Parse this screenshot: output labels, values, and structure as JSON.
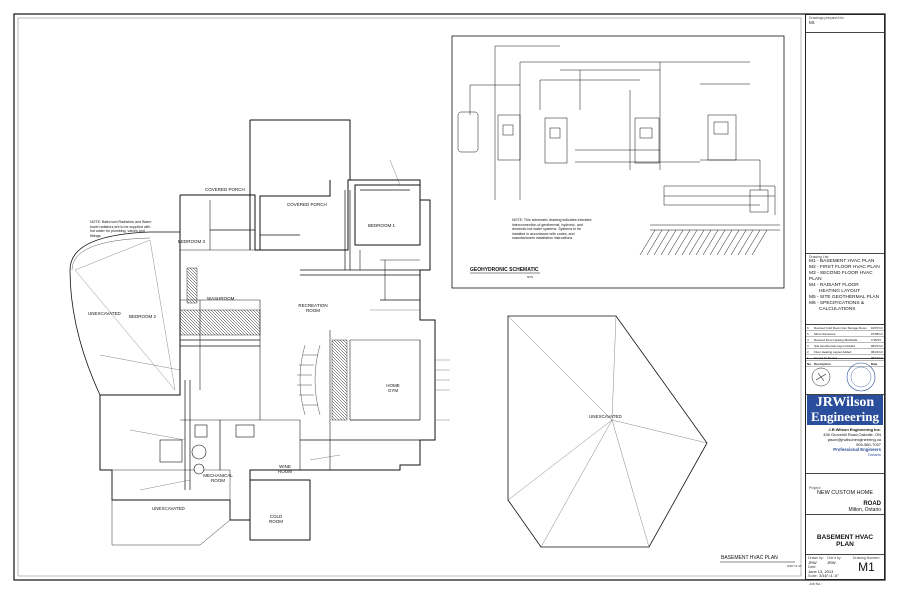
{
  "title_block": {
    "drawings_prepared_label": "Drawings prepared for:",
    "drawings_prepared_value": "Mr.",
    "drawing_list_label": "Drawing List:",
    "drawing_list": [
      "M1 - BASEMENT HVAC PLAN",
      "M2 - FIRST FLOOR HVAC PLAN",
      "M3 - SECOND FLOOR HVAC PLAN",
      "M4 - RADIANT FLOOR",
      "HEATING LAYOUT",
      "M5 - SITE GEOTHERMAL PLAN",
      "M6 - SPECIFICATIONS &",
      "CALCULATIONS"
    ],
    "revisions": [
      {
        "no": "6",
        "desc": "Revised Cold Room Fan Storage Room",
        "date": "10/07/13"
      },
      {
        "no": "5",
        "desc": "Minor Revisions",
        "date": "07/08/13"
      },
      {
        "no": "4",
        "desc": "Revised Floor Heating Manifolds",
        "date": "7/19/13"
      },
      {
        "no": "3",
        "desc": "Site Geothermal Layout Added",
        "date": "06/27/13"
      },
      {
        "no": "2",
        "desc": "Floor Heating Layout Added",
        "date": "06/21/13"
      },
      {
        "no": "1",
        "desc": "Issued for Permit",
        "date": "06/13/13"
      }
    ],
    "rev_header": {
      "no": "No.",
      "desc": "Description",
      "date": "Date"
    },
    "company_line1": "JRWilson",
    "company_line2": "Engineering",
    "company_name": "J.R.Wilson Engineering Inc.",
    "company_address": "436 Grovehill Road,Oakville, ON",
    "company_email": "jason@jrwilsonengineering.ca",
    "company_phone": "905-580-7037",
    "pe_label": "Professional Engineers",
    "pe_sub": "Ontario",
    "project_label": "Project:",
    "project_name": "NEW CUSTOM HOME",
    "address_road": "ROAD",
    "address_city": "Milton, Ontario",
    "sheet_title_line1": "BASEMENT HVAC",
    "sheet_title_line2": "PLAN",
    "drawn_by_label": "Drawn by:",
    "drawn_by": "JRW",
    "checked_label": "Chk'd by:",
    "checked_by": "JRW",
    "date_label": "Date:",
    "date": "June 13, 2013",
    "scale_label": "Scale:",
    "scale": "3/16\"=1'-0\"",
    "drawing_no_label": "Drawing Number:",
    "drawing_no": "M1",
    "job_label": "Job No.:"
  },
  "plan": {
    "rooms": {
      "covered_porch_1": "COVERED PORCH",
      "covered_porch_2": "COVERED PORCH",
      "bedroom_1": "BEDROOM 1",
      "bedroom_2": "BEDROOM 2",
      "bedroom_3": "BEDROOM 3",
      "washroom": "WASHROOM",
      "recreation": "RECREATION ROOM",
      "home_gym": "HOME GYM",
      "mechanical": "MECHANICAL ROOM",
      "wine_room": "WINE ROOM",
      "cold_room": "COLD ROOM",
      "unexcavated_left": "UNEXCAVATED",
      "unexcavated_bottom": "UNEXCAVATED",
      "unexcavated_right": "UNEXCAVATED"
    },
    "plan_title": "BASEMENT HVAC PLAN",
    "plan_scale": "3/16\"=1'-0\"",
    "schematic_title": "GEOHYDRONIC SCHEMATIC",
    "schematic_sub": "NTS",
    "schematic_note": "NOTE: This schematic drawing indicates intended interconnection of geothermal, hydronic, and domestic hot water systems. Systems to be installed in accordance with codes, and manufacturers installation instructions.",
    "note_left": "NOTE: Bathroom Radiators and Warm towel radiators are to be supplied with hot water for plumbing, valves and fittings."
  }
}
